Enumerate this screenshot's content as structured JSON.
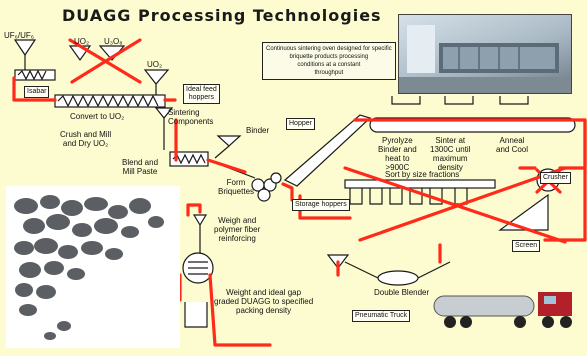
{
  "title": "DUAGG Processing Technologies",
  "labels": {
    "feed_uf6": "UF₆/UF₆",
    "uo2_a": "UO₂",
    "u3o8": "U₃O₈",
    "uo2_b": "UO₂",
    "feed_label": "Isabar",
    "convert": "Convert to UO₂",
    "crush": "Crush and Mill\nand Dry UO₂",
    "sintering": "Sintering\nComponents",
    "blend": "Blend and\nMill Paste",
    "binder": "Binder",
    "form": "Form\nBriquettes",
    "pyrolyze": "Pyrolyze\nBinder and\nheat to\n>900C",
    "sinter": "Sinter at\n1300C until\nmaximum\ndensity",
    "anneal": "Anneal\nand Cool",
    "sort": "Sort by size fractions",
    "weigh_blend": "Weigh and\npolymer fiber\nreinforcing",
    "weigh_ideal": "Weight and ideal gap\ngraded DUAGG to specified\npacking density",
    "double_blender": "Double Blender"
  },
  "boxes": {
    "feed_box": "Isabar",
    "ideal_feed": "Ideal feed\nhoppers",
    "hopper_small": "Hopper",
    "crusher": "Crusher",
    "screen": "Screen",
    "storage": "Storage hoppers",
    "pneumatic": "Pneumatic Truck"
  },
  "note": "Continuous sintering oven designed for specific\nbriquette products processing\nconditions at a constant\nthroughput",
  "icons": {
    "furnace_photo": "industrial-furnace-photo",
    "aggregate_photo": "duagg-aggregate-photo",
    "truck_photo": "pneumatic-tanker-truck-photo"
  },
  "colors": {
    "background": "#fdfcd0",
    "flow_red": "#ff2a1a",
    "line": "#1a1a1a"
  }
}
